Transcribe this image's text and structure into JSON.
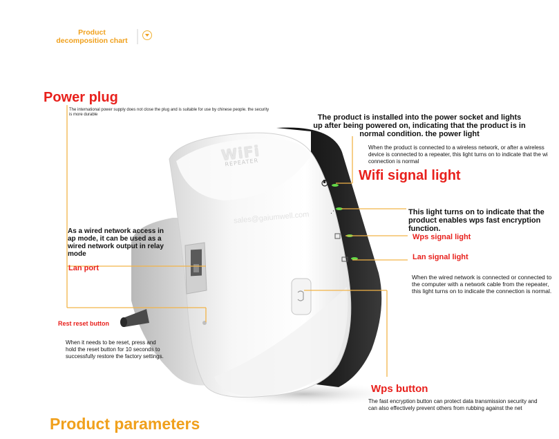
{
  "header": {
    "title_line1": "Product",
    "title_line2": "decomposition chart"
  },
  "device": {
    "logo_text": "WiFi",
    "logo_subtext": "REPEATER",
    "watermark": "sales@gaiumwell.com"
  },
  "callouts": {
    "power_plug": {
      "title": "Power plug",
      "desc": "The international power supply does not close the plug and is suitable for use by chinese people. the security is more durable"
    },
    "power_light": {
      "desc": "The product is installed into the power socket and lights up after being powered on, indicating that the product is in normal condition. the power light"
    },
    "wifi_light": {
      "desc": "When the product is connected to a wireless network, or after a wireless device is connected to a repeater, this light turns on to indicate that the wi connection is normal",
      "title": "Wifi signal light"
    },
    "wps_light": {
      "desc": "This light turns on to indicate that the product enables wps fast encryption function.",
      "title": "Wps signal light"
    },
    "lan_light": {
      "title": "Lan signal light",
      "desc": "When the wired network is connected or connected to the computer with a network cable from the repeater, this light turns on to indicate the connection is normal."
    },
    "lan_port": {
      "desc": "As a wired network access in ap mode, it can be used as a wired network output in relay mode",
      "title": "Lan port"
    },
    "reset": {
      "title": "Rest reset button",
      "desc": "When it needs to be reset, press and hold the reset button for 10 seconds to successfully restore the factory settings."
    },
    "wps_button": {
      "title": "Wps button",
      "desc": "The fast encryption button can protect data transmission security and can also effectively prevent others from rubbing against the net"
    }
  },
  "footer": {
    "section_title": "Product parameters"
  }
}
